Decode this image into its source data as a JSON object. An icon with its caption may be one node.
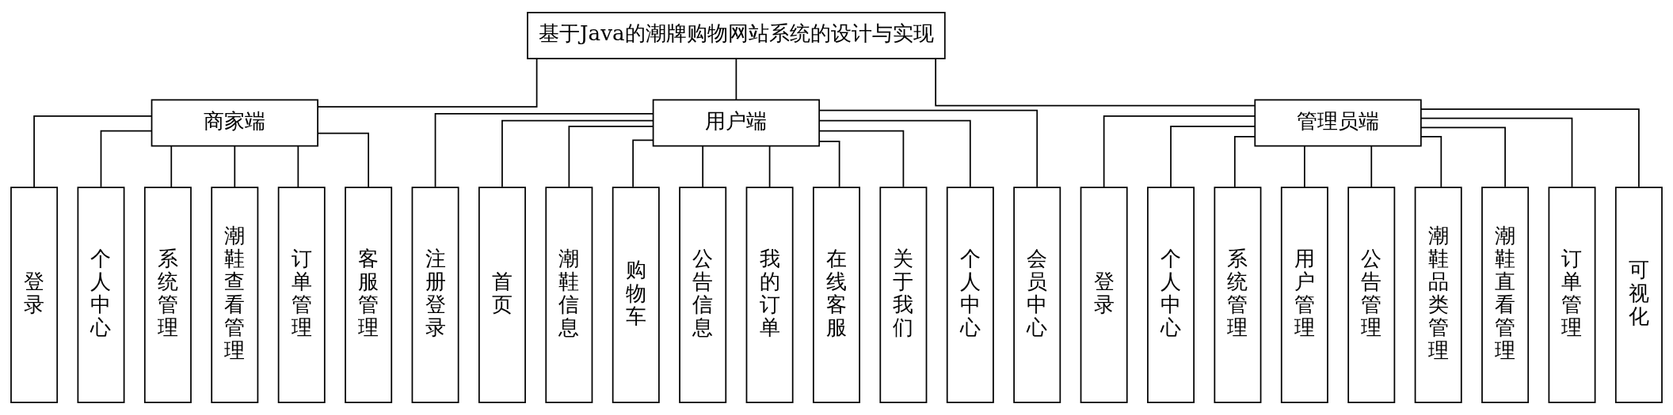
{
  "diagram": {
    "nodes": [
      {
        "text": [
          "基于Java的潮牌购物网站系统的设计与实现"
        ]
      },
      {
        "text": [
          "商家端"
        ]
      },
      {
        "text": [
          "用户端"
        ]
      },
      {
        "text": [
          "管理员端"
        ]
      },
      {
        "text": [
          "登录"
        ]
      },
      {
        "text": [
          "个人中心"
        ]
      },
      {
        "text": [
          "系统管理"
        ]
      },
      {
        "text": [
          "潮鞋查看管理"
        ]
      },
      {
        "text": [
          "订单管理"
        ]
      },
      {
        "text": [
          "客服管理"
        ]
      },
      {
        "text": [
          "注册登录"
        ]
      },
      {
        "text": [
          "首页"
        ]
      },
      {
        "text": [
          "潮鞋信息"
        ]
      },
      {
        "text": [
          "购物车"
        ]
      },
      {
        "text": [
          "公告信息"
        ]
      },
      {
        "text": [
          "我的订单"
        ]
      },
      {
        "text": [
          "在线客服"
        ]
      },
      {
        "text": [
          "关于我们"
        ]
      },
      {
        "text": [
          "个人中心"
        ]
      },
      {
        "text": [
          "会员中心"
        ]
      },
      {
        "text": [
          "登录"
        ]
      },
      {
        "text": [
          "个人中心"
        ]
      },
      {
        "text": [
          "系统管理"
        ]
      },
      {
        "text": [
          "用户管理"
        ]
      },
      {
        "text": [
          "公告管理"
        ]
      },
      {
        "text": [
          "潮鞋品类管理"
        ]
      },
      {
        "text": [
          "潮鞋直看管理"
        ]
      },
      {
        "text": [
          "订单管理"
        ]
      },
      {
        "text": [
          "可视化"
        ]
      }
    ],
    "edges": [
      {
        "from": 0,
        "to": 1,
        "arrow": "none"
      },
      {
        "from": 0,
        "to": 2,
        "arrow": "none"
      },
      {
        "from": 0,
        "to": 3,
        "arrow": "none"
      },
      {
        "from": 1,
        "to": 4,
        "arrow": "none"
      },
      {
        "from": 1,
        "to": 5,
        "arrow": "none"
      },
      {
        "from": 1,
        "to": 6,
        "arrow": "none"
      },
      {
        "from": 1,
        "to": 7,
        "arrow": "none"
      },
      {
        "from": 1,
        "to": 8,
        "arrow": "none"
      },
      {
        "from": 1,
        "to": 9,
        "arrow": "none"
      },
      {
        "from": 2,
        "to": 10,
        "arrow": "none"
      },
      {
        "from": 2,
        "to": 11,
        "arrow": "none"
      },
      {
        "from": 2,
        "to": 12,
        "arrow": "none"
      },
      {
        "from": 2,
        "to": 13,
        "arrow": "none"
      },
      {
        "from": 2,
        "to": 14,
        "arrow": "none"
      },
      {
        "from": 2,
        "to": 15,
        "arrow": "none"
      },
      {
        "from": 2,
        "to": 16,
        "arrow": "none"
      },
      {
        "from": 2,
        "to": 17,
        "arrow": "none"
      },
      {
        "from": 2,
        "to": 18,
        "arrow": "none"
      },
      {
        "from": 2,
        "to": 19,
        "arrow": "none"
      },
      {
        "from": 3,
        "to": 20,
        "arrow": "none"
      },
      {
        "from": 3,
        "to": 21,
        "arrow": "none"
      },
      {
        "from": 3,
        "to": 22,
        "arrow": "none"
      },
      {
        "from": 3,
        "to": 23,
        "arrow": "none"
      },
      {
        "from": 3,
        "to": 24,
        "arrow": "none"
      },
      {
        "from": 3,
        "to": 25,
        "arrow": "none"
      },
      {
        "from": 3,
        "to": 26,
        "arrow": "none"
      },
      {
        "from": 3,
        "to": 27,
        "arrow": "none"
      },
      {
        "from": 3,
        "to": 28,
        "arrow": "none"
      }
    ]
  }
}
